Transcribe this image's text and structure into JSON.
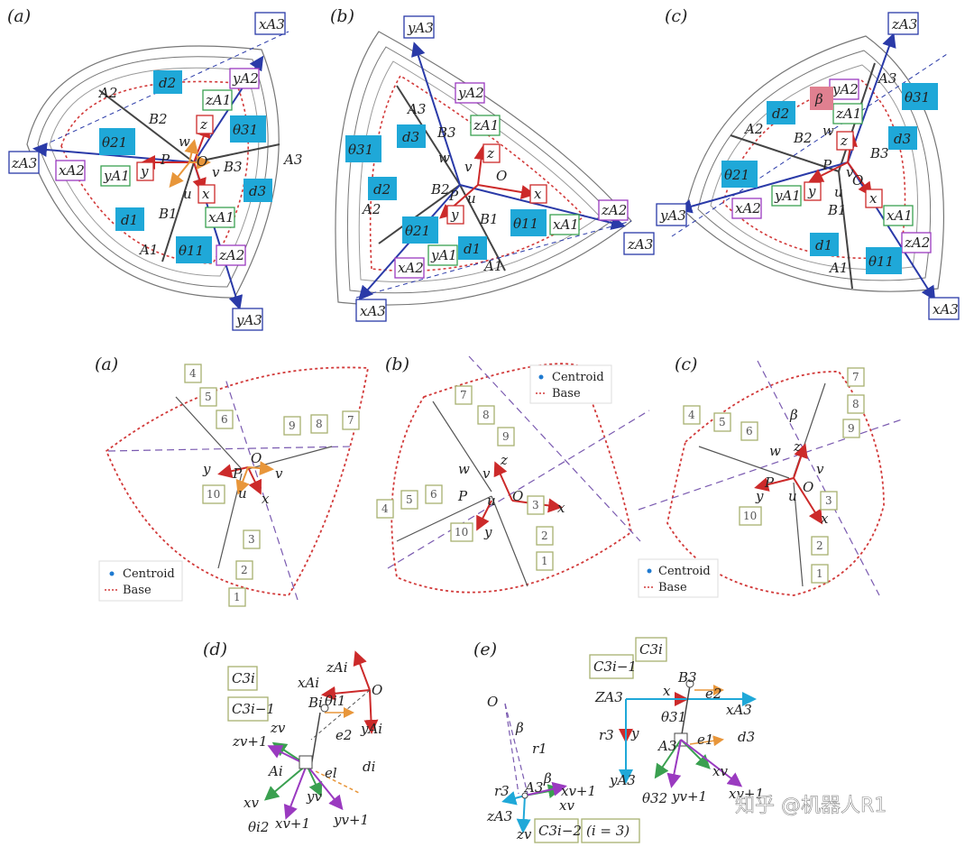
{
  "panel_labels": {
    "top": [
      "(a)",
      "(b)",
      "(c)"
    ],
    "middle": [
      "(a)",
      "(b)",
      "(c)"
    ],
    "bottom": [
      "(d)",
      "(e)"
    ]
  },
  "top": {
    "a": {
      "frame": [
        "x",
        "y",
        "z"
      ],
      "joints": [
        "A1",
        "A2",
        "A3",
        "B1",
        "B2",
        "B3",
        "P",
        "O"
      ],
      "thetas": [
        "θ21",
        "θ31",
        "θ11"
      ],
      "ds": [
        "d1",
        "d2",
        "d3"
      ],
      "axes": [
        "xA3",
        "yA3",
        "zA3",
        "xA2",
        "yA2",
        "zA2",
        "xA1",
        "yA1",
        "zA1"
      ],
      "uvw": [
        "u",
        "v",
        "w"
      ]
    },
    "b": {
      "frame": [
        "x",
        "y",
        "z"
      ],
      "joints": [
        "A1",
        "A2",
        "A3",
        "B1",
        "B2",
        "B3",
        "P",
        "O"
      ],
      "thetas": [
        "θ31",
        "θ21",
        "θ11"
      ],
      "ds": [
        "d1",
        "d2",
        "d3"
      ],
      "axes": [
        "xA3",
        "yA3",
        "zA3",
        "xA2",
        "yA2",
        "zA2",
        "xA1",
        "yA1",
        "zA1"
      ],
      "uvw": [
        "u",
        "v",
        "w"
      ]
    },
    "c": {
      "frame": [
        "x",
        "y",
        "z"
      ],
      "joints": [
        "A1",
        "A2",
        "A3",
        "B1",
        "B2",
        "B3",
        "P",
        "O"
      ],
      "thetas": [
        "θ21",
        "θ31",
        "θ11"
      ],
      "beta": "β",
      "ds": [
        "d1",
        "d2",
        "d3"
      ],
      "axes": [
        "xA3",
        "yA3",
        "zA3",
        "xA2",
        "yA2",
        "zA2",
        "xA1",
        "yA1",
        "zA1"
      ],
      "uvw": [
        "u",
        "v",
        "w"
      ]
    }
  },
  "middle": {
    "legend": {
      "centroid": "Centroid",
      "base": "Base"
    },
    "a_numbers": [
      "1",
      "2",
      "3",
      "4",
      "5",
      "6",
      "7",
      "8",
      "9",
      "10"
    ],
    "b_numbers": [
      "1",
      "2",
      "3",
      "4",
      "5",
      "6",
      "7",
      "8",
      "9",
      "10"
    ],
    "c_numbers": [
      "1",
      "2",
      "3",
      "4",
      "5",
      "6",
      "7",
      "8",
      "9",
      "10"
    ],
    "labels": {
      "O": "O",
      "P": "P",
      "x": "x",
      "y": "y",
      "u": "u",
      "v": "v",
      "w": "w",
      "z": "z",
      "beta": "β"
    }
  },
  "bottom": {
    "d": {
      "labels": [
        "zAi",
        "xAi",
        "O",
        "C3i",
        "Bi",
        "θi1",
        "yAi",
        "C3i−1",
        "zv",
        "e2",
        "zv+1",
        "Ai",
        "el",
        "di",
        "xv",
        "yv",
        "θi2",
        "xv+1",
        "yv+1"
      ]
    },
    "e": {
      "labels": [
        "C3i",
        "C3i−1",
        "B3",
        "e2",
        "ZA3",
        "x",
        "xA3",
        "θ31",
        "r3",
        "y",
        "A3",
        "e1",
        "d3",
        "yA3",
        "xv",
        "θ32",
        "yv+1",
        "xv+1",
        "O",
        "β",
        "r1",
        "xv+1",
        "xv",
        "zA3",
        "zv",
        "C3i−2",
        "(i = 3)"
      ],
      "watermark": "知乎 @机器人R1"
    }
  },
  "colors": {
    "blue": "#2a3aa8",
    "cyan": "#1fa8d8",
    "red": "#cc2a2a",
    "green": "#3aa050",
    "purple": "#9a3ac0",
    "orange": "#e8963a",
    "dashRed": "#d23a3a",
    "dashPurple": "#7a5ab0"
  }
}
